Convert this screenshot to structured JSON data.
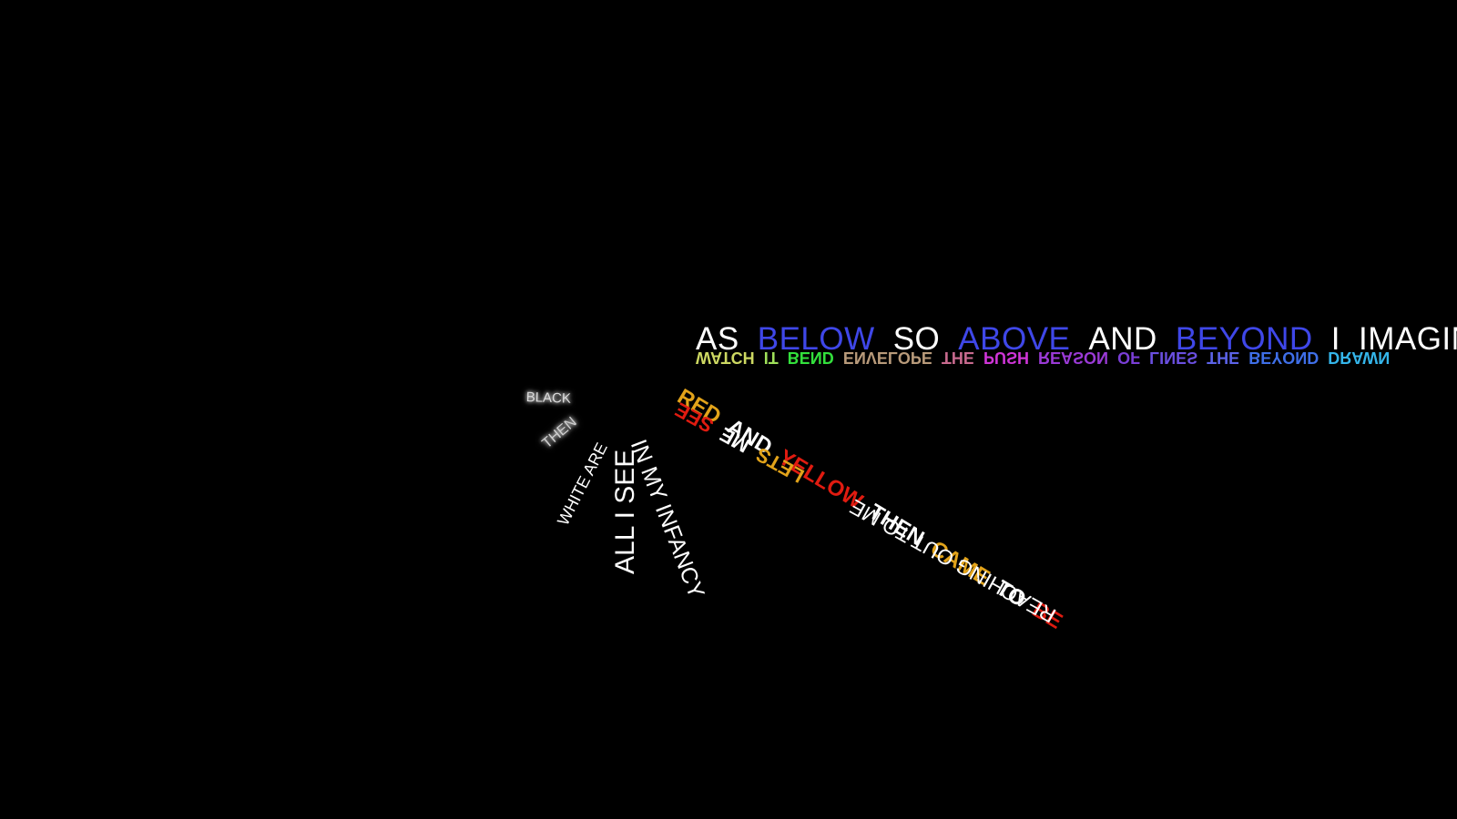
{
  "top_line": {
    "words": [
      {
        "text": "AS",
        "color": "#ffffff"
      },
      {
        "text": "BELOW",
        "color": "#3f47e8"
      },
      {
        "text": "SO",
        "color": "#ffffff"
      },
      {
        "text": "ABOVE",
        "color": "#3f47e8"
      },
      {
        "text": "AND",
        "color": "#ffffff"
      },
      {
        "text": "BEYOND",
        "color": "#3f47e8"
      },
      {
        "text": "I",
        "color": "#ffffff"
      },
      {
        "text": "IMAGINE",
        "color": "#ffffff"
      }
    ]
  },
  "mirror_line": {
    "words": [
      {
        "text": "WATCH",
        "color": "#cdd862"
      },
      {
        "text": "IT",
        "color": "#9fe05a"
      },
      {
        "text": "BEND",
        "color": "#33e03c"
      },
      {
        "text": "ENVELOPE",
        "color": "#b89a7a"
      },
      {
        "text": "THE",
        "color": "#c86a8e"
      },
      {
        "text": "PUSH",
        "color": "#d035d8"
      },
      {
        "text": "REASON",
        "color": "#9a3ad6"
      },
      {
        "text": "OF",
        "color": "#7a3ed6"
      },
      {
        "text": "LINES",
        "color": "#6a4fe0"
      },
      {
        "text": "THE",
        "color": "#5c63e8"
      },
      {
        "text": "BEYOND",
        "color": "#3f6fe8"
      },
      {
        "text": "DRAWN",
        "color": "#34b5ea"
      }
    ]
  },
  "radial": {
    "black": "BLACK",
    "then": "THEN",
    "white_are": "WHITE ARE",
    "all_i_see": "ALL I SEE",
    "in_my_infancy": "IN MY INFANCY",
    "red_yellow": [
      {
        "text": "RED",
        "color": "#e2a31a"
      },
      {
        "text": "AND",
        "color": "#ffffff"
      },
      {
        "text": "YELLOW",
        "color": "#e01b10"
      },
      {
        "text": "THEN",
        "color": "#ffffff"
      },
      {
        "text": "CAME",
        "color": "#e2a31a"
      },
      {
        "text": "TO",
        "color": "#ffffff"
      },
      {
        "text": "BE",
        "color": "#e01b10"
      }
    ],
    "lets_see": [
      {
        "text": "LETS",
        "color": "#e2a31a"
      },
      {
        "text": "ME",
        "color": "#ffffff"
      },
      {
        "text": "SEE",
        "color": "#e01b10"
      }
    ],
    "reaching": "REACHING OUT TO ME"
  }
}
